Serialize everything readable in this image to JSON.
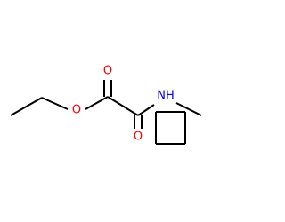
{
  "molecule": {
    "atoms": [
      {
        "id": "O1",
        "symbol": "O",
        "label": "O",
        "color": "#ff0000"
      },
      {
        "id": "O2",
        "symbol": "O",
        "label": "O",
        "color": "#ff0000"
      },
      {
        "id": "O3",
        "symbol": "O",
        "label": "O",
        "color": "#ff0000"
      },
      {
        "id": "N1",
        "symbol": "N",
        "label": "NH",
        "color": "#0000ff"
      }
    ],
    "bond_color": "#000000"
  }
}
